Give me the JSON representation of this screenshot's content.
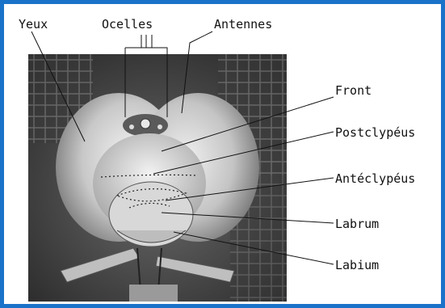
{
  "labels": {
    "yeux": "Yeux",
    "ocelles": "Ocelles",
    "antennes": "Antennes",
    "front": "Front",
    "postclypeus": "Postclypéus",
    "anteclypeus": "Antéclypéus",
    "labrum": "Labrum",
    "labium": "Labium"
  },
  "colors": {
    "border": "#1a73c9"
  }
}
